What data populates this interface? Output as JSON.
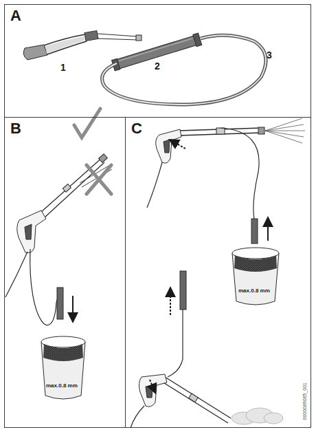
{
  "diagram": {
    "nodes": [
      {
        "text": [
          "A"
        ]
      },
      {
        "text": [
          "B"
        ]
      },
      {
        "text": [
          "C"
        ]
      }
    ],
    "labels": [
      "1",
      "2",
      "3",
      "max.0.8 mm",
      "max.0.8 mm",
      "0000089065_001"
    ]
  }
}
